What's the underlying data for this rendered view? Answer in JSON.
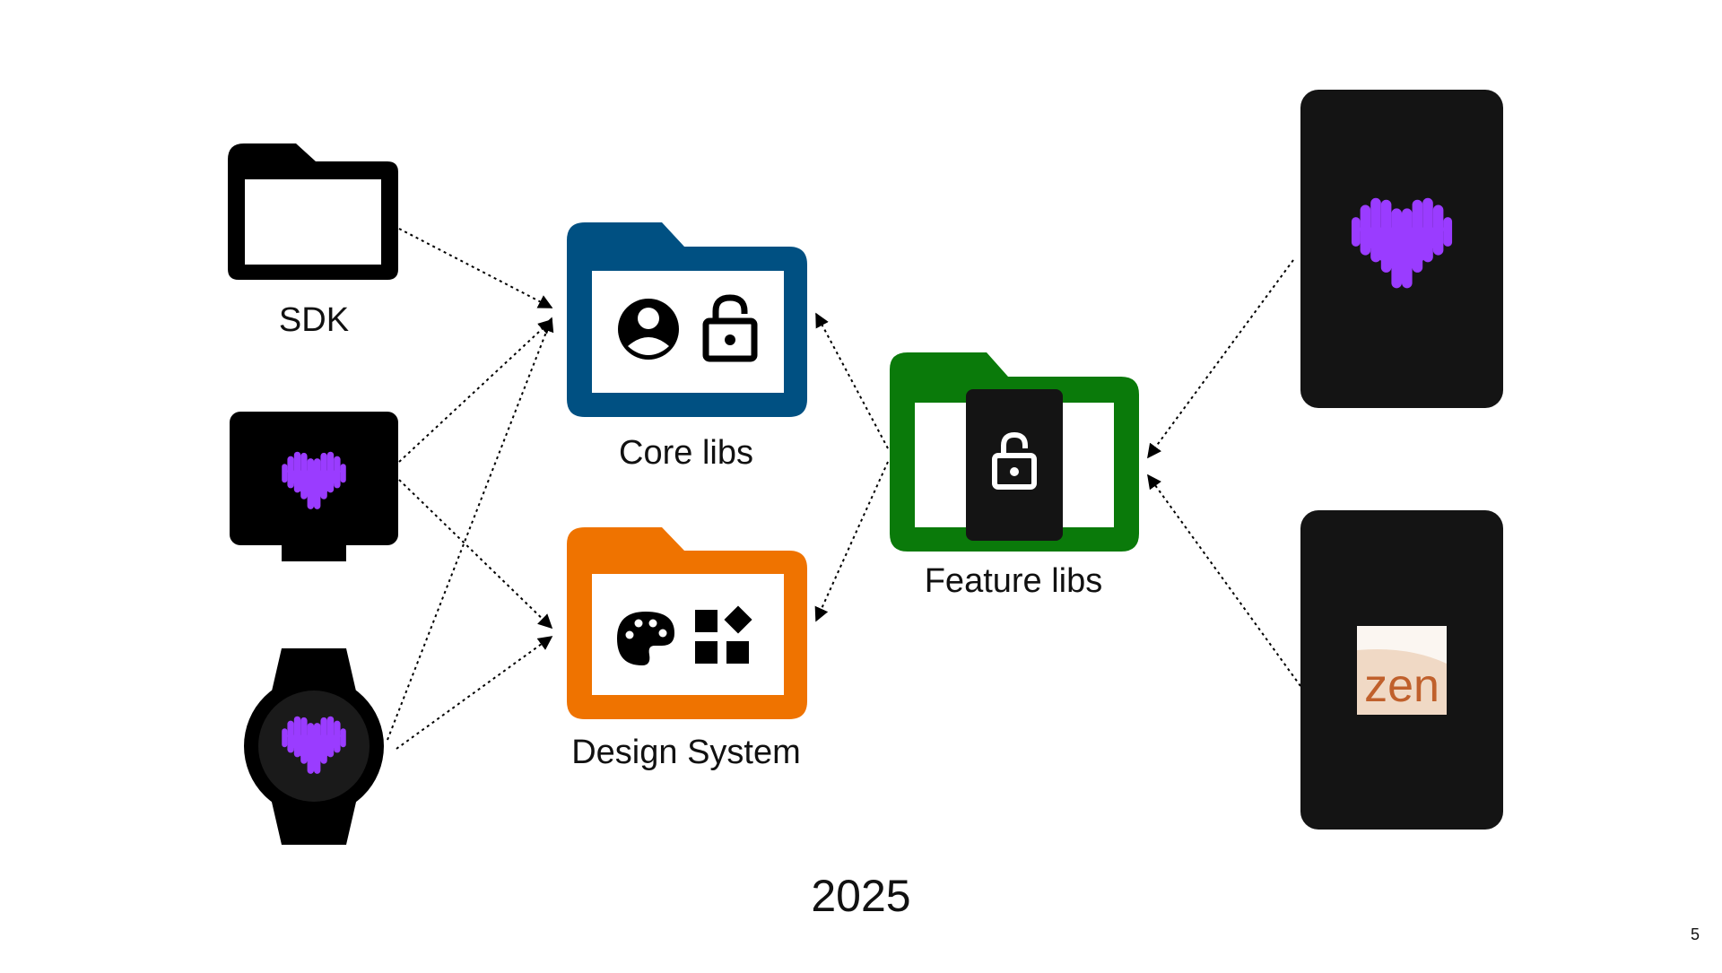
{
  "slide": {
    "labels": {
      "sdk": "SDK",
      "core_libs": "Core libs",
      "design_system": "Design System",
      "feature_libs": "Feature libs",
      "year": "2025",
      "page_number": "5"
    },
    "app_logo_text": "zen"
  },
  "colors": {
    "core_libs_folder": "#005082",
    "design_system_folder": "#EF7300",
    "feature_libs_folder": "#0A7A0A",
    "device_screen": "#141414",
    "heart": "#9A3CFF",
    "zen_logo_bg": "#F3E6DA",
    "zen_logo_text": "#C0602C"
  },
  "icons": {
    "sdk": "folder-icon",
    "core_libs": [
      "account-circle-icon",
      "lock-open-icon"
    ],
    "design_system": [
      "palette-icon",
      "widgets-icon"
    ],
    "feature_libs": "lock-open-icon",
    "tv": "tv-icon",
    "watch": "watch-icon",
    "phone_1": "heart-logo-icon",
    "phone_2": "zen-logo-icon"
  }
}
